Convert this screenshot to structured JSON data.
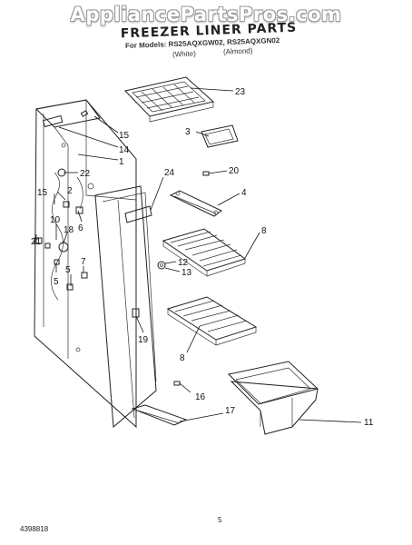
{
  "watermark": "AppliancePartsPros.com",
  "header": {
    "title": "FREEZER LINER PARTS",
    "models": "For Models: RS25AQXGW02, RS25AQXGN02",
    "variant_white": "(White)",
    "variant_almond": "(Almond)"
  },
  "callouts": {
    "c23": "23",
    "c3": "3",
    "c15a": "15",
    "c14": "14",
    "c1": "1",
    "c22": "22",
    "c24": "24",
    "c20": "20",
    "c2": "2",
    "c15b": "15",
    "c4": "4",
    "c10": "10",
    "c6": "6",
    "c18": "18",
    "c21": "21",
    "c8a": "8",
    "c12": "12",
    "c13": "13",
    "c7": "7",
    "c5a": "5",
    "c5b": "5",
    "c19": "19",
    "c8b": "8",
    "c16": "16",
    "c17": "17",
    "c11": "11"
  },
  "footer": {
    "doc_number": "4398818",
    "page_number": "5"
  }
}
